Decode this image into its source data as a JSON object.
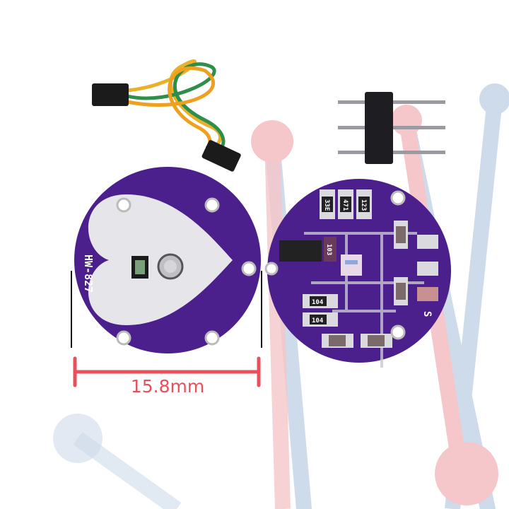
{
  "product": {
    "model_label": "HW-827",
    "dimension_label": "15.8mm",
    "component_labels": [
      "33E",
      "471",
      "123",
      "103",
      "104",
      "104",
      "S"
    ]
  },
  "colors": {
    "pcb": "#4b1f8c",
    "pad": "#d9d9de",
    "dimension_line": "#e8505b",
    "watermark_red": "#f4c1c4",
    "watermark_blue": "#c9d7e8"
  }
}
